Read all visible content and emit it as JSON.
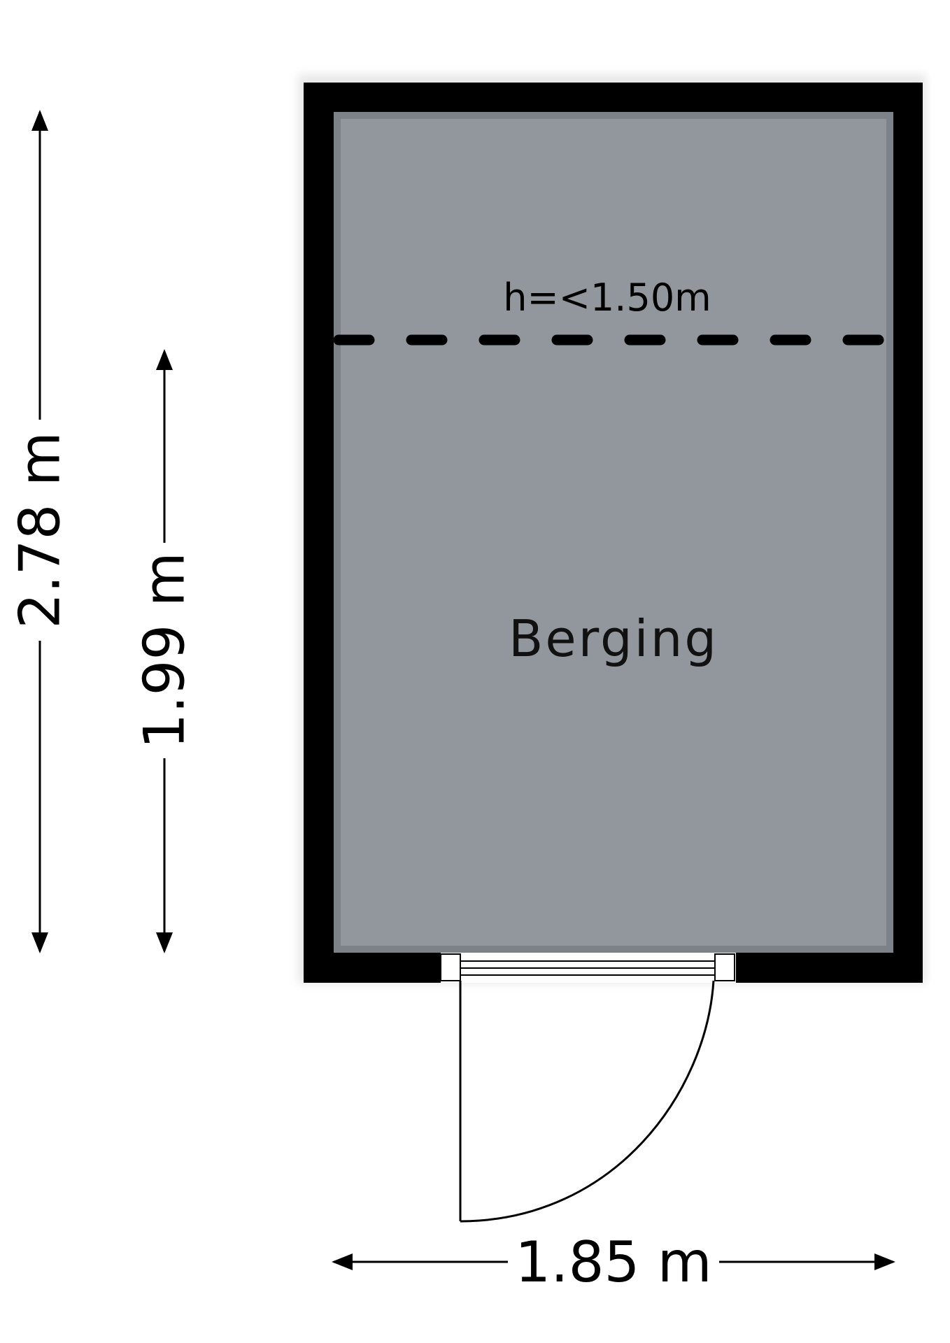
{
  "plan": {
    "room_label": "Berging",
    "height_note": "h=<1.50m",
    "dimensions": {
      "total_depth": "2.78 m",
      "partial_depth": "1.99 m",
      "width": "1.85 m"
    },
    "colors": {
      "wall": "#000000",
      "floor": "#92969d",
      "floor_edge": "#7d8188",
      "line": "#000000",
      "background": "#ffffff"
    }
  }
}
